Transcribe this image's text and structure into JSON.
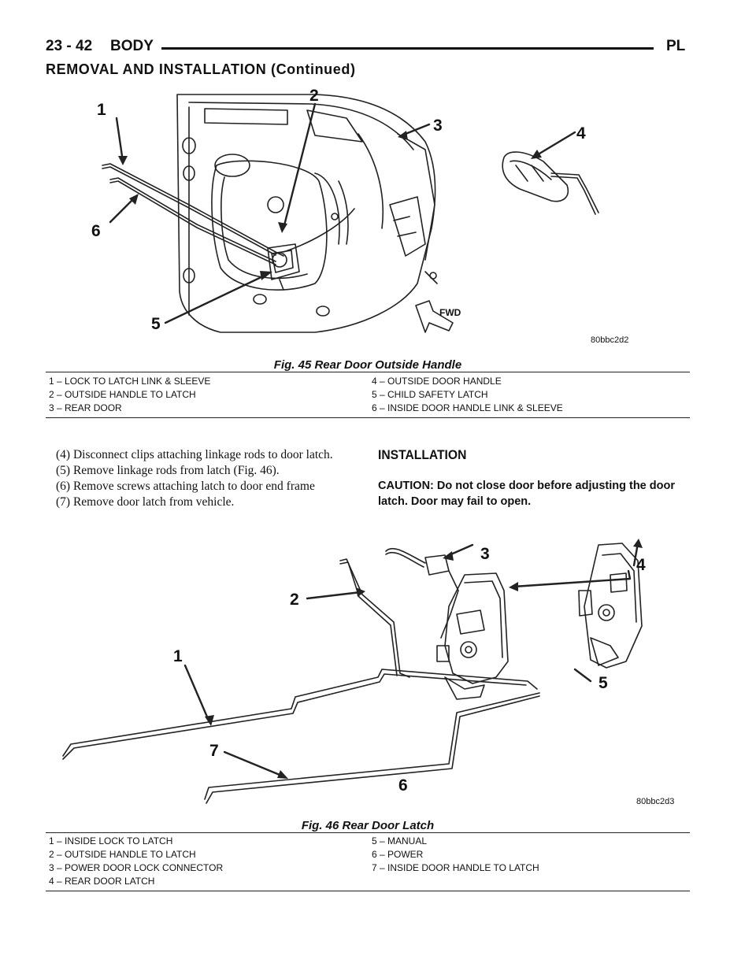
{
  "header": {
    "page_number": "23 - 42",
    "section": "BODY",
    "vehicle": "PL",
    "subtitle": "REMOVAL AND INSTALLATION (Continued)"
  },
  "figure45": {
    "code": "80bbc2d2",
    "fwd_label": "FWD",
    "callouts": [
      "1",
      "2",
      "3",
      "4",
      "5",
      "6"
    ],
    "caption": "Fig. 45 Rear Door Outside Handle",
    "legend_left": [
      "1 – LOCK TO LATCH LINK & SLEEVE",
      "2 – OUTSIDE HANDLE TO LATCH",
      "3 – REAR DOOR"
    ],
    "legend_right": [
      "4 – OUTSIDE DOOR HANDLE",
      "5 – CHILD SAFETY LATCH",
      "6 – INSIDE DOOR HANDLE LINK & SLEEVE"
    ]
  },
  "steps": [
    "(4) Disconnect clips attaching linkage rods to door latch.",
    "(5) Remove linkage rods from latch (Fig. 46).",
    "(6) Remove screws attaching latch to door end frame",
    "(7) Remove door latch from vehicle."
  ],
  "installation": {
    "heading": "INSTALLATION",
    "caution": "CAUTION: Do not close door before adjusting the door latch. Door may fail to open."
  },
  "figure46": {
    "code": "80bbc2d3",
    "callouts": [
      "1",
      "2",
      "3",
      "4",
      "5",
      "6",
      "7"
    ],
    "caption": "Fig. 46 Rear Door Latch",
    "legend_left": [
      "1 – INSIDE LOCK TO LATCH",
      "2 – OUTSIDE HANDLE TO LATCH",
      "3 – POWER DOOR LOCK CONNECTOR",
      "4 – REAR DOOR LATCH"
    ],
    "legend_right": [
      "5 – MANUAL",
      "6 – POWER",
      "7 – INSIDE DOOR HANDLE TO LATCH"
    ]
  }
}
